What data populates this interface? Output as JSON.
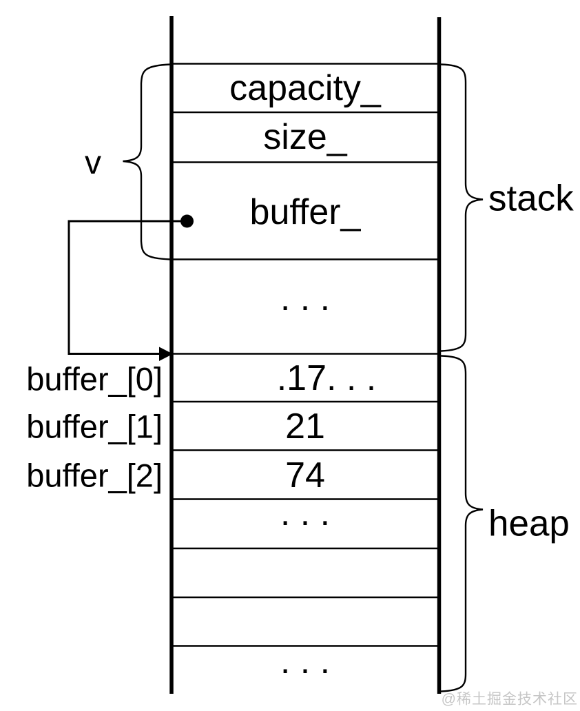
{
  "cells": {
    "capacity": "capacity_",
    "size": "size_",
    "buffer": "buffer_",
    "stack_ellipsis": ". . .",
    "heap_row0": ".17. . .",
    "heap_row1": "21",
    "heap_row2": "74",
    "heap_ellipsis": ". . .",
    "bottom_ellipsis": ". . ."
  },
  "labels": {
    "variable": "v",
    "stack": "stack",
    "heap": "heap",
    "buffer_index_0": "buffer_[0]",
    "buffer_index_1": "buffer_[1]",
    "buffer_index_2": "buffer_[2]"
  },
  "watermark": "@稀土掘金技术社区",
  "colors": {
    "ink": "#000000",
    "watermark": "#c6c6c6",
    "background": "#ffffff"
  }
}
